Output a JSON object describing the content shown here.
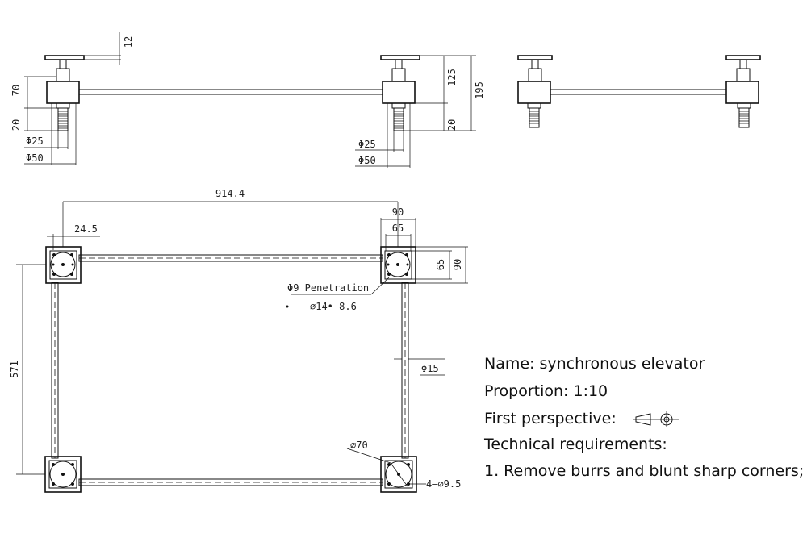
{
  "dimensions": {
    "d12": "12",
    "d70": "70",
    "d20a": "20",
    "d125": "125",
    "d195": "195",
    "d20b": "20",
    "phi25a": "Φ25",
    "phi50a": "Φ50",
    "phi25b": "Φ25",
    "phi50b": "Φ50",
    "d914": "914.4",
    "d24_5": "24.5",
    "d90top": "90",
    "d65top": "65",
    "d65side": "65",
    "d90side": "90",
    "penetration": "Φ9 Penetration",
    "hole_spec": "⌀14• 8.6",
    "d571": "571",
    "phi15": "Φ15",
    "phi70": "⌀70",
    "holes": "4–⌀9.5"
  },
  "info": {
    "name": "Name: synchronous elevator",
    "proportion": "Proportion: 1:10",
    "perspective": "First perspective:",
    "requirements": "Technical requirements:",
    "req1": "1. Remove burrs and blunt sharp corners;"
  },
  "icons": [
    "first-angle-projection-icon"
  ]
}
